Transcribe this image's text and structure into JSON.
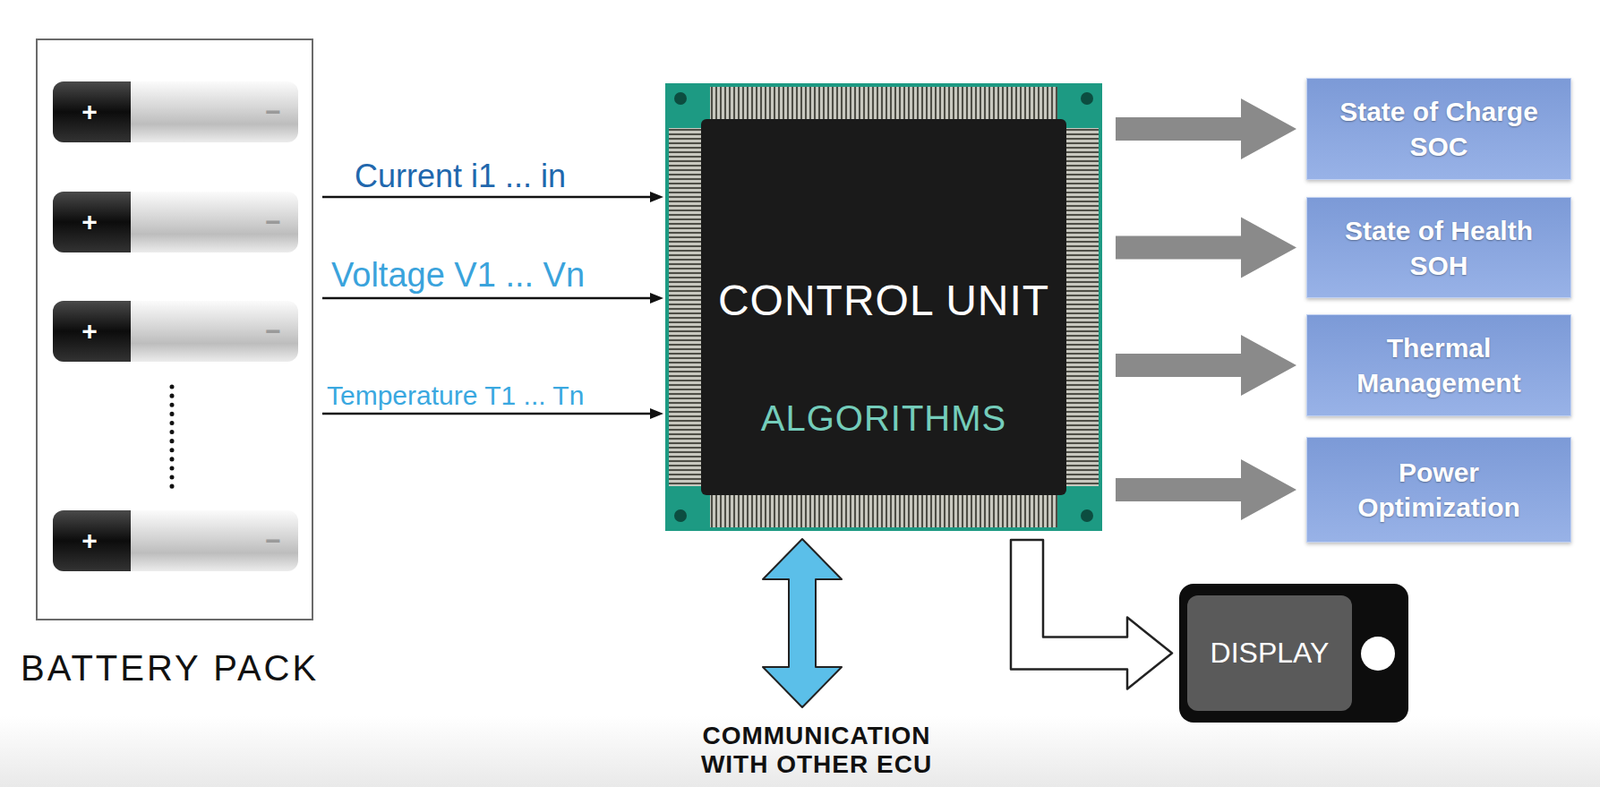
{
  "diagram": {
    "nodes": [
      {
        "text": [
          "BATTERY PACK"
        ]
      },
      {
        "text": [
          "CONTROL UNIT",
          "ALGORITHMS"
        ]
      },
      {
        "text": [
          "State of Charge SOC"
        ]
      },
      {
        "text": [
          "State of Health SOH"
        ]
      },
      {
        "text": [
          "Thermal Management"
        ]
      },
      {
        "text": [
          "Power Optimization"
        ]
      },
      {
        "text": [
          "DISPLAY"
        ]
      }
    ],
    "edges": [
      {
        "from": 0,
        "to": 1,
        "label": "Current i1 ... in",
        "arrow": "to"
      },
      {
        "from": 0,
        "to": 1,
        "label": "Voltage V1 ... Vn",
        "arrow": "to"
      },
      {
        "from": 0,
        "to": 1,
        "label": "Temperature T1 ... Tn",
        "arrow": "to"
      },
      {
        "from": 1,
        "to": 2,
        "arrow": "to"
      },
      {
        "from": 1,
        "to": 3,
        "arrow": "to"
      },
      {
        "from": 1,
        "to": 4,
        "arrow": "to"
      },
      {
        "from": 1,
        "to": 5,
        "arrow": "to"
      },
      {
        "from": 1,
        "to": 6,
        "arrow": "to"
      }
    ],
    "labels": [
      "+",
      "−",
      "+",
      "−",
      "+",
      "−",
      "+",
      "−",
      "COMMUNICATION WITH OTHER ECU"
    ]
  }
}
